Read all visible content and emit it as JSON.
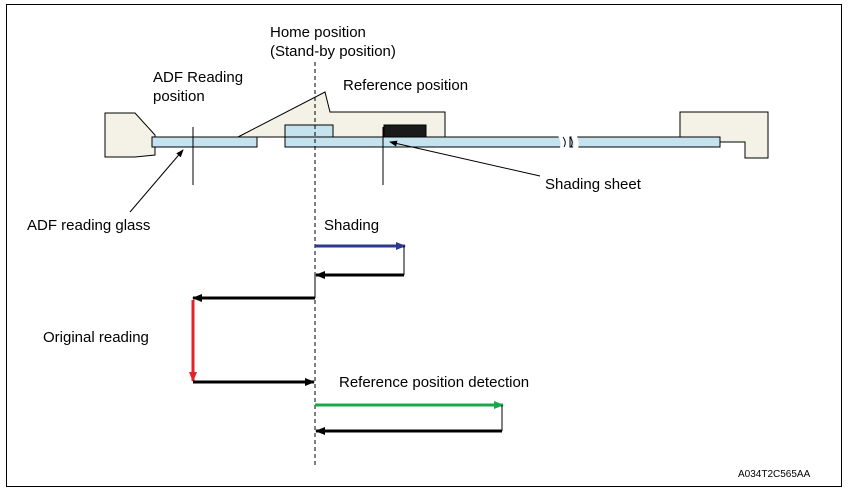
{
  "labels": {
    "home_position_1": "Home position",
    "home_position_2": "(Stand-by position)",
    "adf_reading_position_1": "ADF Reading",
    "adf_reading_position_2": "position",
    "reference_position": "Reference position",
    "shading_sheet": "Shading sheet",
    "adf_reading_glass": "ADF reading glass",
    "shading": "Shading",
    "original_reading": "Original reading",
    "reference_position_detection": "Reference position detection",
    "figure_code": "A034T2C565AA"
  },
  "colors": {
    "glass": "#c5e3ee",
    "body": "#f4f1e6",
    "outline": "#000000",
    "sheet": "#1a1a1a",
    "shading_arrow": "#2b3a8f",
    "original_reading_arrow": "#e0242a",
    "detection_arrow": "#1aa84a",
    "return_arrow": "#000000"
  }
}
